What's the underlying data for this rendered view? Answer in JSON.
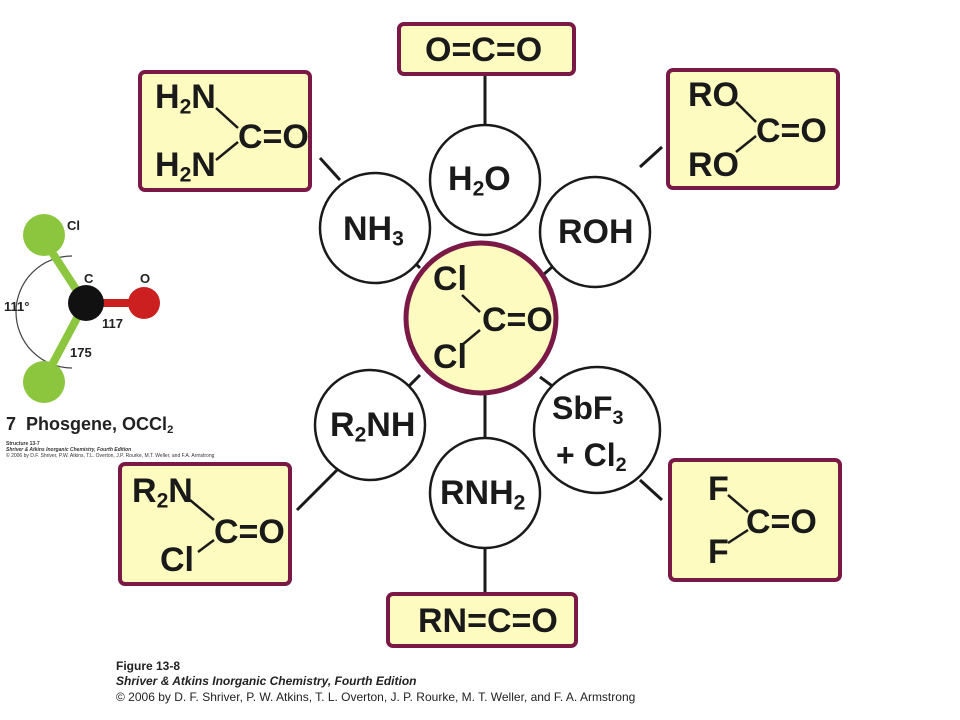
{
  "center": {
    "line1": "Cl",
    "line2": "C=O",
    "line3": "Cl"
  },
  "reagents": {
    "nh3": {
      "main": "NH",
      "sub": "3"
    },
    "h2o": {
      "main_a": "H",
      "sub": "2",
      "main_b": "O"
    },
    "roh": {
      "main": "ROH"
    },
    "r2nh": {
      "main_a": "R",
      "sub": "2",
      "main_b": "NH"
    },
    "rnh2": {
      "main": "RNH",
      "sub": "2"
    },
    "sbf3": {
      "line1_main": "SbF",
      "line1_sub": "3",
      "line2_main": "+ Cl",
      "line2_sub": "2"
    }
  },
  "products": {
    "co2": {
      "text": "O=C=O"
    },
    "urea": {
      "top_main": "H",
      "top_sub": "2",
      "top_end": "N",
      "bottom_main": "H",
      "bottom_sub": "2",
      "bottom_end": "N",
      "core": "C=O"
    },
    "carbonate": {
      "top": "RO",
      "bottom": "RO",
      "core": "C=O"
    },
    "carbamoyl": {
      "top_main": "R",
      "top_sub": "2",
      "top_end": "N",
      "bottom": "Cl",
      "core": "C=O"
    },
    "isocyanate": {
      "text": "RN=C=O"
    },
    "fluoride": {
      "top": "F",
      "bottom": "F",
      "core": "C=O"
    }
  },
  "structure": {
    "atom_cl": "Cl",
    "atom_c": "C",
    "atom_o": "O",
    "angle": "111°",
    "bond_co": "117",
    "bond_ccl": "175",
    "number": "7",
    "name": "Phosgene, OCCl",
    "name_sub": "2",
    "small_line1": "Structure 13-7",
    "small_line2": "Shriver & Atkins Inorganic Chemistry, Fourth Edition",
    "small_line3": "© 2006 by D.F. Shriver, P.W. Atkins, T.L. Overton, J.P. Rourke, M.T. Weller, and F.A. Armstrong"
  },
  "caption": {
    "figure": "Figure 13-8",
    "book": "Shriver & Atkins Inorganic Chemistry, Fourth Edition",
    "copyright": "© 2006 by D. F. Shriver, P. W. Atkins, T. L. Overton, J. P. Rourke, M. T. Weller, and F. A. Armstrong"
  },
  "colors": {
    "box_fill": "#fdfbbf",
    "box_border": "#7a1846",
    "chlorine": "#8cc63f",
    "carbon": "#000000",
    "oxygen": "#cc1f1f"
  }
}
